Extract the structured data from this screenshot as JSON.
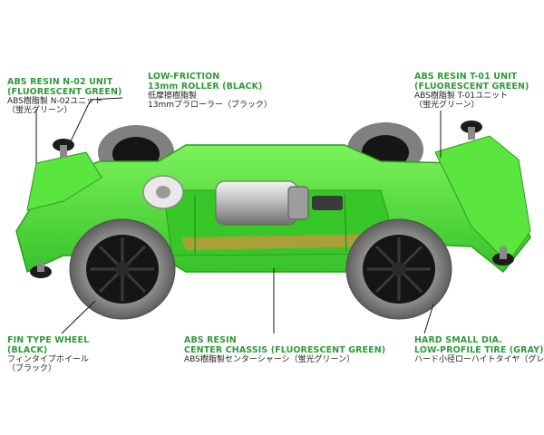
{
  "callouts": {
    "n02": {
      "en_line1": "ABS RESIN N-02 UNIT",
      "en_line2": "(FLUORESCENT GREEN)",
      "jp_line1": "ABS樹脂製 N-02ユニット",
      "jp_line2": "（蛍光グリーン）"
    },
    "roller": {
      "en_line1": "LOW-FRICTION",
      "en_line2": "13mm ROLLER (BLACK)",
      "jp_line1": "低摩擦樹脂製",
      "jp_line2": "13mmプラローラー（ブラック）"
    },
    "t01": {
      "en_line1": "ABS RESIN T-01 UNIT",
      "en_line2": "(FLUORESCENT GREEN)",
      "jp_line1": "ABS樹脂製 T-01ユニット",
      "jp_line2": "（蛍光グリーン）"
    },
    "wheel": {
      "en_line1": "FIN TYPE WHEEL",
      "en_line2": "(BLACK)",
      "jp_line1": "フィンタイプホイール",
      "jp_line2": "（ブラック）"
    },
    "center": {
      "en_line1": "ABS RESIN",
      "en_line2": "CENTER CHASSIS (FLUORESCENT GREEN)",
      "jp_line1": "ABS樹脂製センターシャーシ（蛍光グリーン）"
    },
    "tire": {
      "en_line1": "HARD SMALL DIA.",
      "en_line2": "LOW-PROFILE TIRE (GRAY)",
      "jp_line1": "ハード小径ローハイトタイヤ（グレイ）"
    }
  },
  "colors": {
    "label_green": "#2f9a3a",
    "chassis_green": "#4fe03a",
    "chassis_dark": "#2fae24",
    "tire_gray": "#7d7d7d",
    "wheel_black": "#151515"
  }
}
